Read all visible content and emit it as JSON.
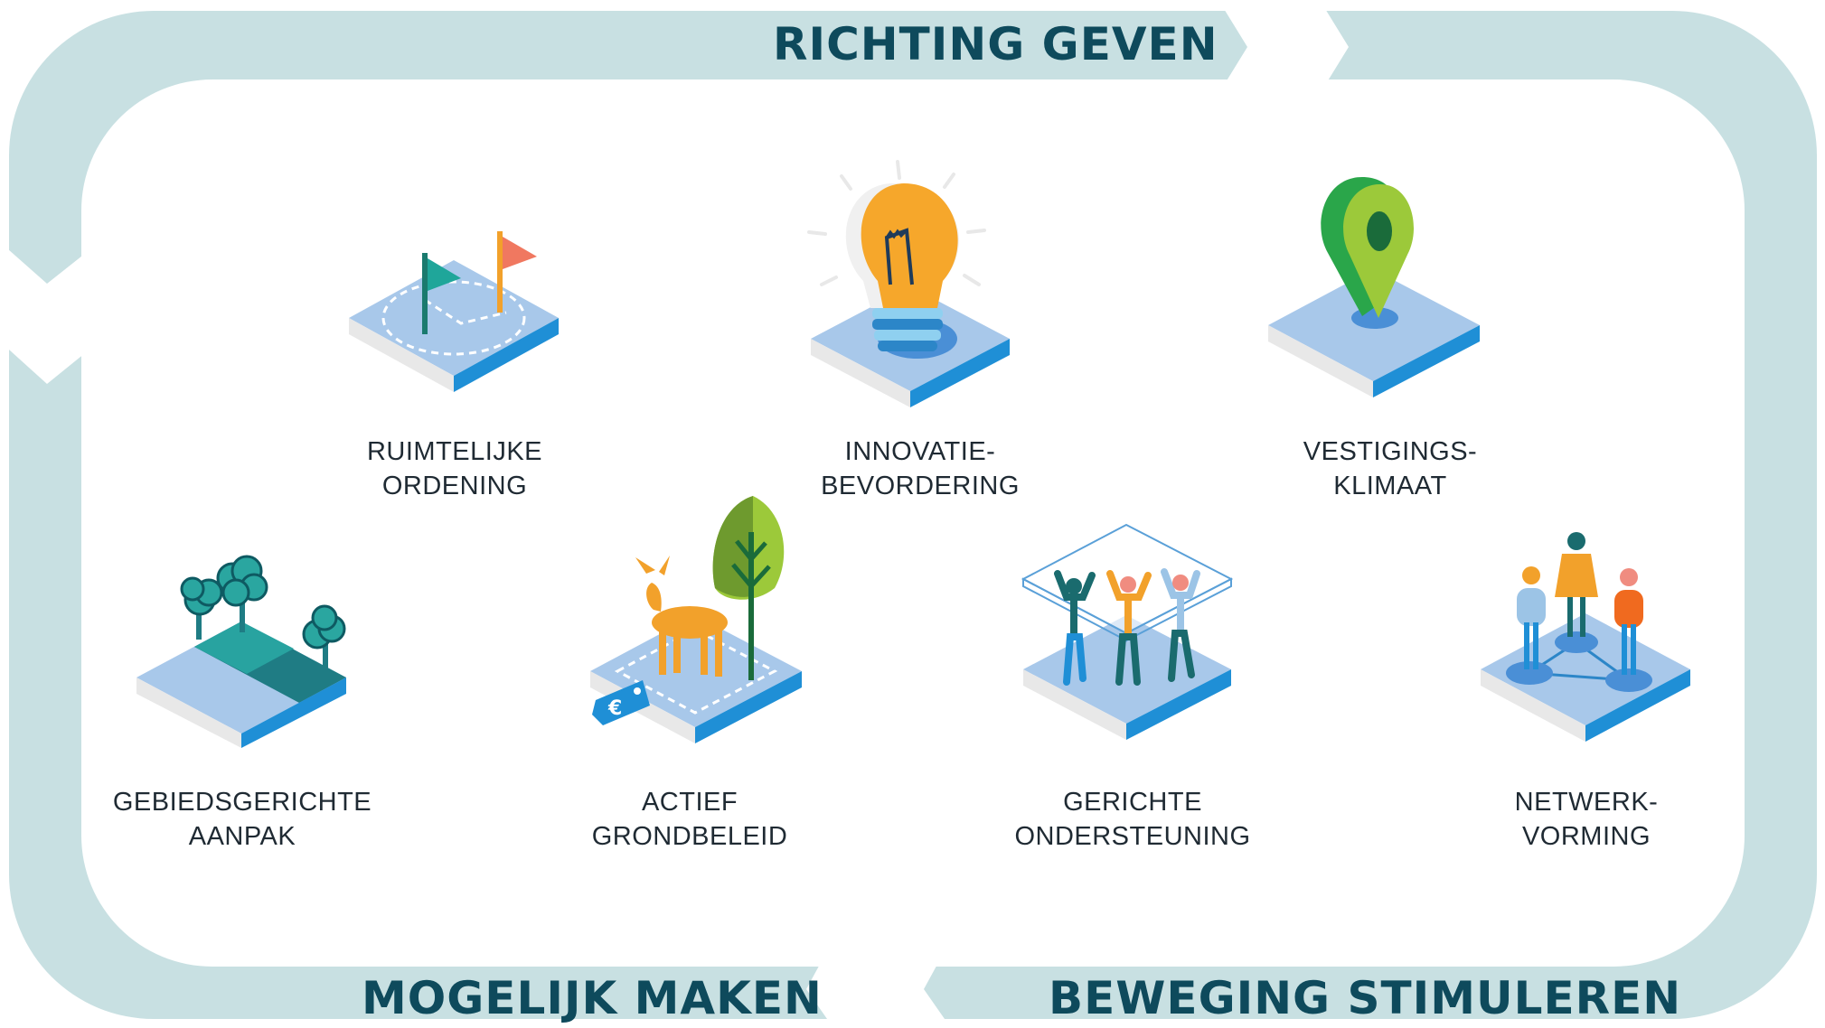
{
  "phases": {
    "top": "RICHTING GEVEN",
    "bottom_left": "MOGELIJK MAKEN",
    "bottom_right": "BEWEGING STIMULEREN"
  },
  "tools": [
    {
      "line1": "RUIMTELIJKE",
      "line2": "ORDENING",
      "icon": "flags-on-tile-icon"
    },
    {
      "line1": "INNOVATIE-",
      "line2": "BEVORDERING",
      "icon": "lightbulb-icon"
    },
    {
      "line1": "VESTIGINGS-",
      "line2": "KLIMAAT",
      "icon": "location-pin-icon"
    },
    {
      "line1": "GEBIEDSGERICHTE",
      "line2": "AANPAK",
      "icon": "trees-tile-icon"
    },
    {
      "line1": "ACTIEF",
      "line2": "GRONDBELEID",
      "icon": "deer-tree-price-tag-icon"
    },
    {
      "line1": "GERICHTE",
      "line2": "ONDERSTEUNING",
      "icon": "people-lifting-tile-icon"
    },
    {
      "line1": "NETWERK-",
      "line2": "VORMING",
      "icon": "people-network-icon"
    }
  ],
  "colors": {
    "band": "#c8e0e2",
    "title": "#0e4a5c",
    "tile_top": "#a8c8ea",
    "tile_side_left": "#e8e8e8",
    "tile_side_right": "#1f8fd6"
  }
}
